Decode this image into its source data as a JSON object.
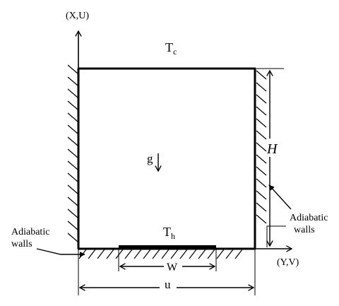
{
  "labels": {
    "x_axis": "(X,U)",
    "y_axis": "(Y,V)",
    "top_temp": "T",
    "top_temp_sub": "c",
    "bottom_temp": "T",
    "bottom_temp_sub": "h",
    "gravity": "g",
    "height": "H",
    "heater_width": "W",
    "cavity_width": "u",
    "left_wall_note_line1": "Adiabatic",
    "left_wall_note_line2": "walls",
    "right_wall_note_line1": "Adiabatic",
    "right_wall_note_line2": "walls"
  },
  "colors": {
    "ink": "#000000",
    "background": "#ffffff"
  }
}
